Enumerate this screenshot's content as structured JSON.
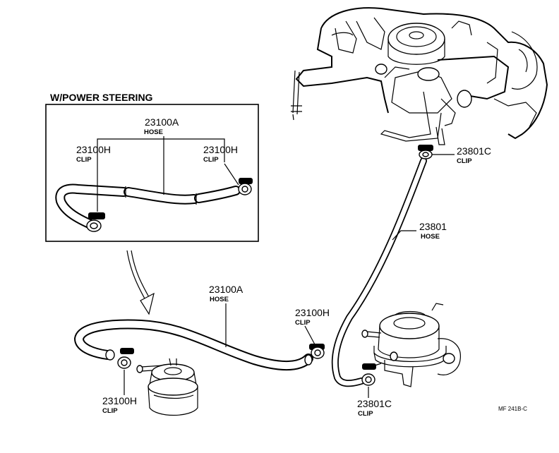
{
  "inset": {
    "title": "W/POWER STEERING",
    "hose": {
      "number": "23100A",
      "name": "HOSE"
    },
    "clip_left": {
      "number": "23100H",
      "name": "CLIP"
    },
    "clip_right": {
      "number": "23100H",
      "name": "CLIP"
    }
  },
  "main": {
    "clip_top": {
      "number": "23801C",
      "name": "CLIP"
    },
    "hose_right": {
      "number": "23801",
      "name": "HOSE"
    },
    "hose_lower": {
      "number": "23100A",
      "name": "HOSE"
    },
    "clip_middle": {
      "number": "23100H",
      "name": "CLIP"
    },
    "clip_bottom_left": {
      "number": "23100H",
      "name": "CLIP"
    },
    "clip_bottom_right": {
      "number": "23801C",
      "name": "CLIP"
    }
  },
  "reference_code": "MF 241B-C",
  "icons": [
    "carburetor-icon",
    "fuel-pump-icon",
    "fuel-filter-icon",
    "hose-clip-icon",
    "down-arrow-icon"
  ]
}
